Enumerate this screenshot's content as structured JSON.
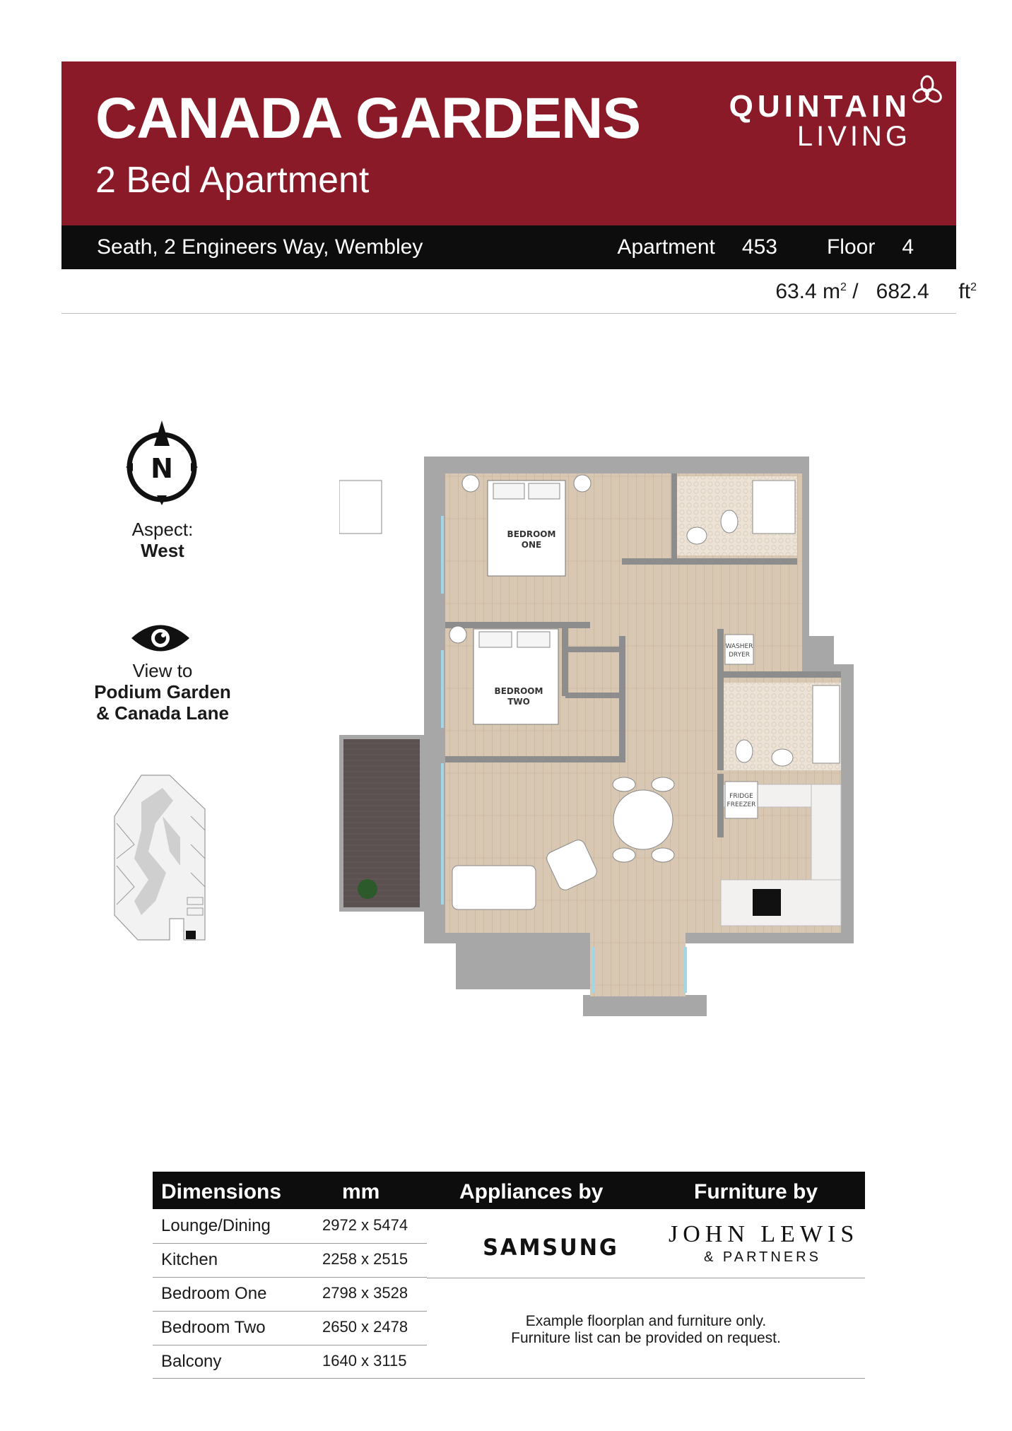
{
  "header": {
    "title": "CANADA GARDENS",
    "subtitle": "2 Bed Apartment",
    "brand_line1": "QUINTAIN",
    "brand_line2": "LIVING",
    "brand_color": "#8a1a28"
  },
  "address_bar": {
    "address": "Seath, 2 Engineers Way, Wembley",
    "apartment_label": "Apartment",
    "apartment_number": "453",
    "floor_label": "Floor",
    "floor_number": "4"
  },
  "area": {
    "sqm_value": "63.4",
    "sqm_unit": "m",
    "separator": "/",
    "sqft_value": "682.4",
    "sqft_unit": "ft"
  },
  "orientation": {
    "compass_letter": "N",
    "aspect_label": "Aspect:",
    "aspect_value": "West"
  },
  "view": {
    "label": "View to",
    "line1": "Podium Garden",
    "line2": "& Canada Lane"
  },
  "floorplan_labels": {
    "bedroom_one_l1": "BEDROOM",
    "bedroom_one_l2": "ONE",
    "bedroom_two_l1": "BEDROOM",
    "bedroom_two_l2": "TWO",
    "washer_l1": "WASHER",
    "washer_l2": "DRYER",
    "fridge_l1": "FRIDGE",
    "fridge_l2": "FREEZER"
  },
  "table": {
    "headers": {
      "dimensions": "Dimensions",
      "mm": "mm",
      "appliances": "Appliances by",
      "furniture": "Furniture by"
    },
    "rows": [
      {
        "name": "Lounge/Dining",
        "value": "2972 x 5474"
      },
      {
        "name": "Kitchen",
        "value": "2258 x 2515"
      },
      {
        "name": "Bedroom One",
        "value": "2798 x 3528"
      },
      {
        "name": "Bedroom Two",
        "value": "2650 x 2478"
      },
      {
        "name": "Balcony",
        "value": "1640 x 3115"
      }
    ],
    "appliances_brand": "SAMSUNG",
    "furniture_brand_l1": "JOHN LEWIS",
    "furniture_brand_l2": "& PARTNERS",
    "note_l1": "Example floorplan and furniture only.",
    "note_l2": "Furniture list can be provided on request."
  }
}
